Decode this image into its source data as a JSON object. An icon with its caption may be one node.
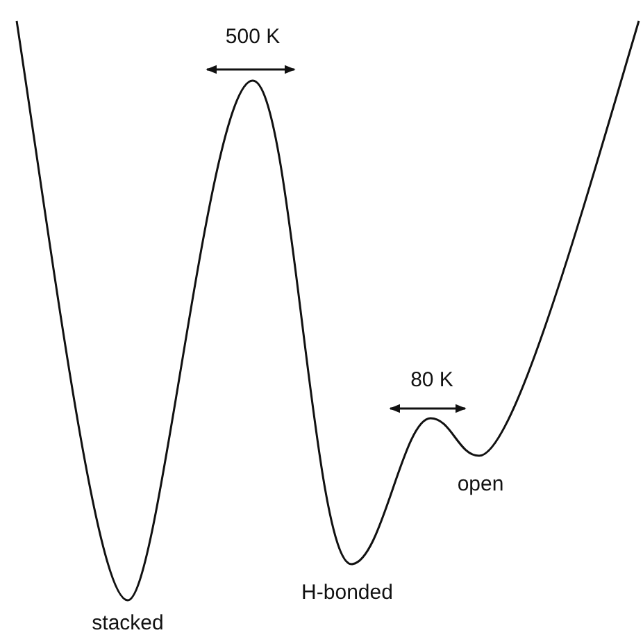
{
  "diagram": {
    "labels": [
      "500 K",
      "80 K",
      "open",
      "H-bonded",
      "stacked"
    ]
  }
}
